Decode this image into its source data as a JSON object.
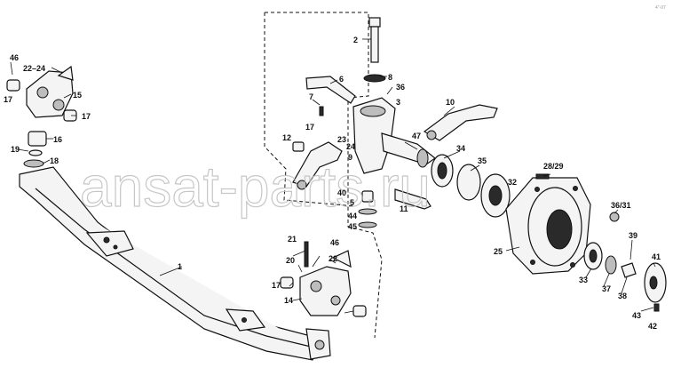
{
  "watermark": "ansat-parts.ru",
  "corner_code": "4\"-07",
  "callouts": {
    "c1": "1",
    "c2": "2",
    "c3": "3",
    "c5": "5",
    "c6": "6",
    "c7": "7",
    "c8": "8",
    "c9": "9",
    "c10": "10",
    "c11": "11",
    "c12": "12",
    "c14": "14",
    "c15": "15",
    "c16": "16",
    "c17a": "17",
    "c17b": "17",
    "c17c": "17",
    "c17d": "17",
    "c18": "18",
    "c19": "19",
    "c20": "20",
    "c21": "21",
    "c22": "22",
    "c22_24": "22–24",
    "c23": "23",
    "c24": "24",
    "c25": "25",
    "c28_29": "28/29",
    "c32": "32",
    "c33": "33",
    "c34": "34",
    "c35": "35",
    "c36": "36",
    "c36_31": "36/31",
    "c37": "37",
    "c38": "38",
    "c39": "39",
    "c40": "40",
    "c41": "41",
    "c42": "42",
    "c43": "43",
    "c44": "44",
    "c45": "45",
    "c46a": "46",
    "c46b": "46",
    "c47": "47"
  }
}
